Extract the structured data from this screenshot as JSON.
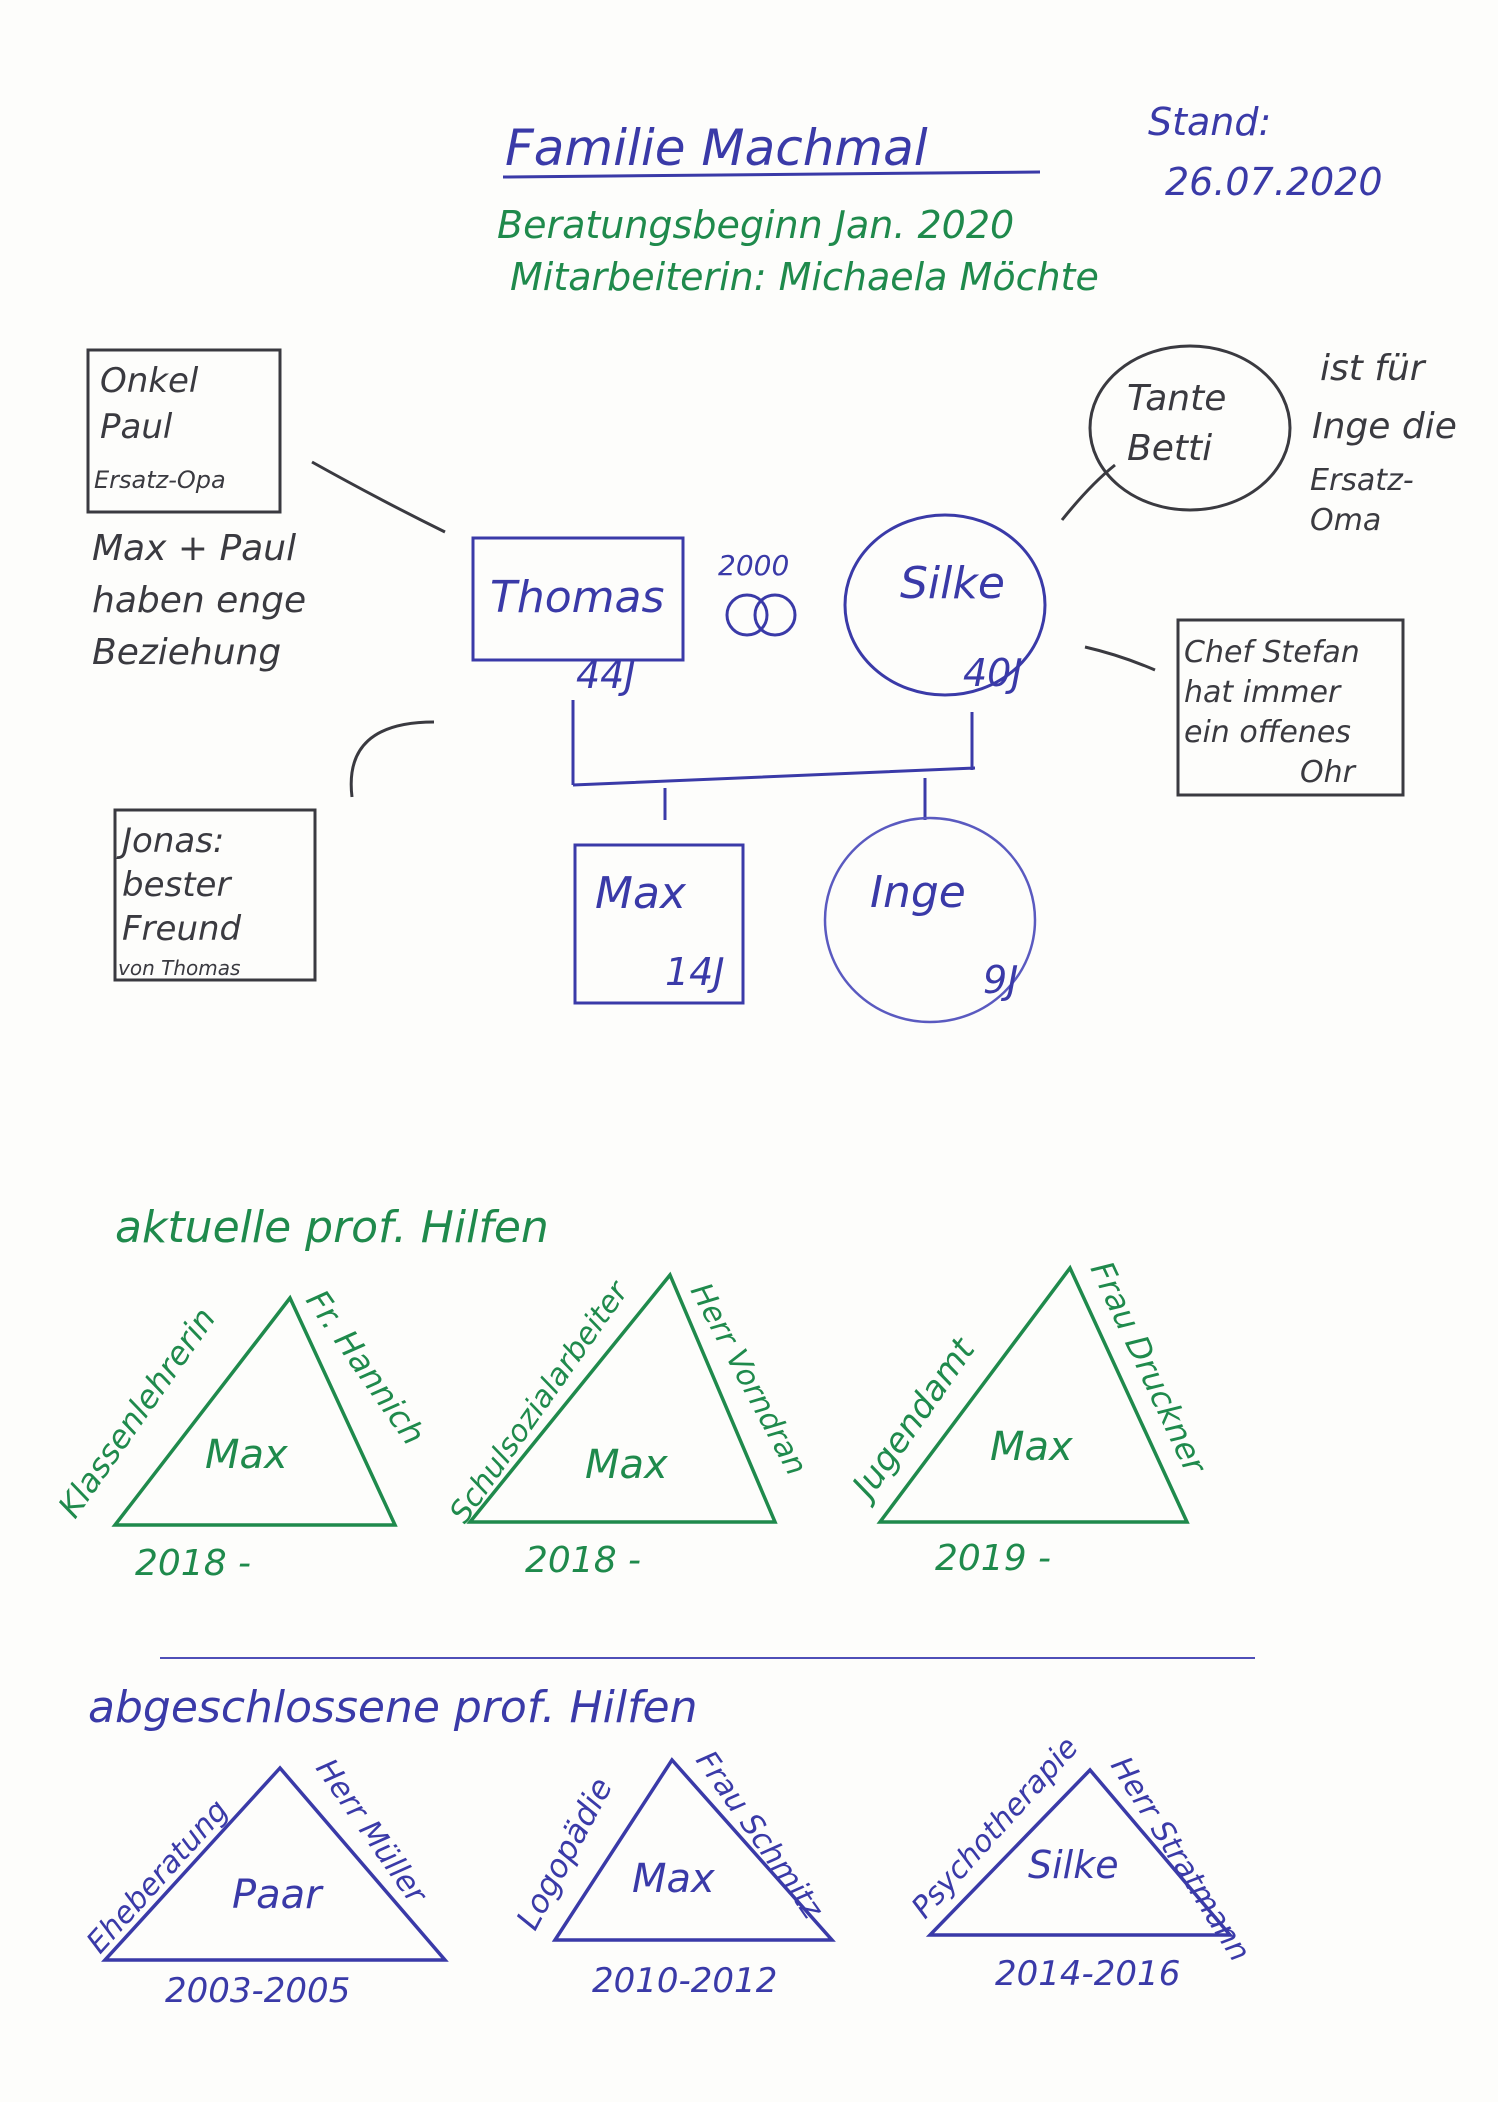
{
  "colors": {
    "blue": "#3a3aa8",
    "green": "#1f8a4c",
    "black": "#3a3a40",
    "divider": "#4f4fb8"
  },
  "header": {
    "title": "Familie Machmal",
    "status_label": "Stand:",
    "status_date": "26.07.2020",
    "counseling_start": "Beratungsbeginn Jan. 2020",
    "staff": "Mitarbeiterin: Michaela Möchte"
  },
  "genogram": {
    "father": {
      "name": "Thomas",
      "age": "44J"
    },
    "mother": {
      "name": "Silke",
      "age": "40J"
    },
    "marriage_year": "2000",
    "son": {
      "name": "Max",
      "age": "14J"
    },
    "daughter": {
      "name": "Inge",
      "age": "9J"
    }
  },
  "network": {
    "uncle": {
      "lines": [
        "Onkel",
        "Paul",
        "Ersatz-Opa"
      ]
    },
    "uncle_note": {
      "lines": [
        "Max + Paul",
        "haben enge",
        "Beziehung"
      ]
    },
    "aunt": {
      "lines": [
        "Tante",
        "Betti"
      ]
    },
    "aunt_note": {
      "lines": [
        "ist für",
        "Inge die",
        "Ersatz-",
        "Oma"
      ]
    },
    "boss": {
      "lines": [
        "Chef Stefan",
        "hat immer",
        "ein offenes",
        "Ohr"
      ]
    },
    "friend": {
      "lines": [
        "Jonas:",
        "bester",
        "Freund",
        "von Thomas"
      ]
    }
  },
  "current_help": {
    "heading": "aktuelle prof. Hilfen",
    "items": [
      {
        "institution": "Klassenlehrerin",
        "person": "Fr. Hannich",
        "client": "Max",
        "period": "2018 -"
      },
      {
        "institution": "Schulsozialarbeiter",
        "person": "Herr Vorndran",
        "client": "Max",
        "period": "2018 -"
      },
      {
        "institution": "Jugendamt",
        "person": "Frau Druckner",
        "client": "Max",
        "period": "2019 -"
      }
    ]
  },
  "past_help": {
    "heading": "abgeschlossene prof. Hilfen",
    "items": [
      {
        "institution": "Eheberatung",
        "person": "Herr Müller",
        "client": "Paar",
        "period": "2003-2005"
      },
      {
        "institution": "Logopädie",
        "person": "Frau Schmitz",
        "client": "Max",
        "period": "2010-2012"
      },
      {
        "institution": "Psychotherapie",
        "person": "Herr Stratmann",
        "client": "Silke",
        "period": "2014-2016"
      }
    ]
  }
}
